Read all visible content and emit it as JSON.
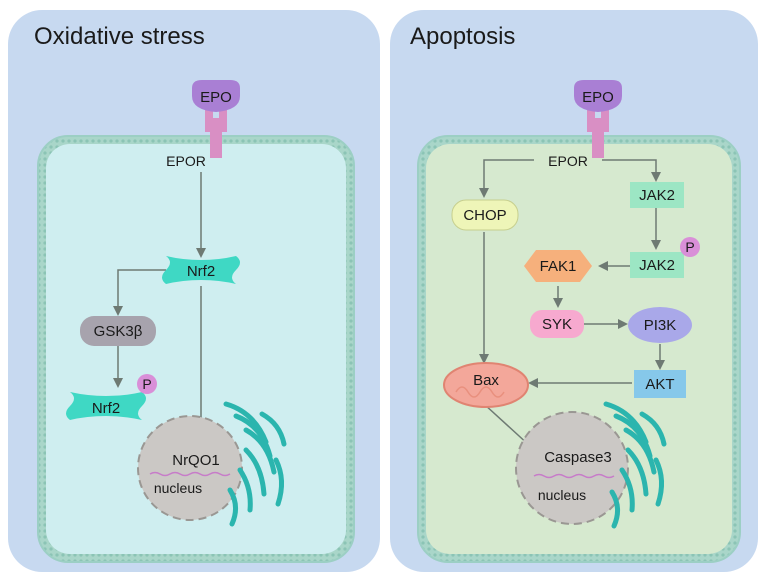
{
  "colors": {
    "outer_panel": "#c7d9f0",
    "left_cell": "#cfeef0",
    "right_cell": "#d6e9cf",
    "membrane": "#9ccfc4",
    "receptor_head": "#a97fd4",
    "receptor_stem": "#d98fc4",
    "teal_node": "#3fd8c4",
    "phospho": "#d98fd8",
    "gray_node": "#a7a3ad",
    "chop_node": "#eef5b8",
    "green_node": "#9ce6c4",
    "fak_node": "#f6b07c",
    "syk_node": "#f7a9cf",
    "pi3k_node": "#a9a8e9",
    "akt_node": "#86c8ea",
    "bax_node": "#f3a79a",
    "nucleus": "#cbc8c5",
    "er": "#2bb5ae",
    "arrow": "#6e7a73"
  },
  "left_panel": {
    "title": "Oxidative stress",
    "ligand": "EPO",
    "receptor": "EPOR",
    "nodes": {
      "nrf2": "Nrf2",
      "gsk3b": "GSK3β",
      "nrf2_p": "Nrf2",
      "nrqo1": "NrQO1",
      "nucleus": "nucleus"
    },
    "phospho_label": "P"
  },
  "right_panel": {
    "title": "Apoptosis",
    "ligand": "EPO",
    "receptor": "EPOR",
    "nodes": {
      "chop": "CHOP",
      "jak2": "JAK2",
      "jak2_p": "JAK2",
      "fak1": "FAK1",
      "syk": "SYK",
      "pi3k": "PI3K",
      "akt": "AKT",
      "bax": "Bax",
      "caspase3": "Caspase3",
      "nucleus": "nucleus"
    },
    "phospho_label": "P"
  }
}
